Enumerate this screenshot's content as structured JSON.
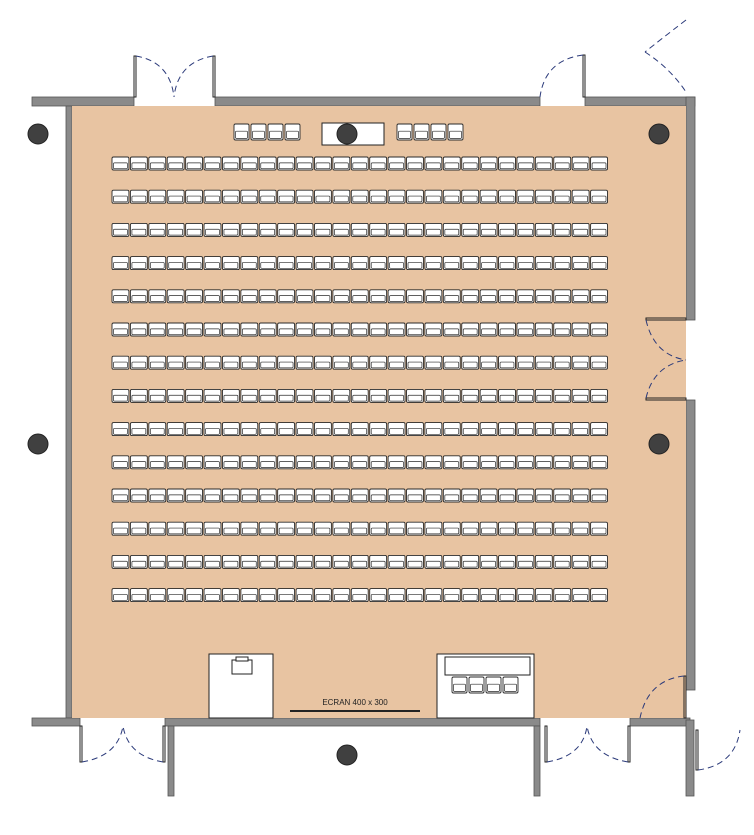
{
  "diagram": {
    "screen_label": "ECRAN 400 x 300",
    "colors": {
      "floor": "#e8c4a2",
      "wall": "#8a8a8a",
      "swing": "#2b3a7a",
      "column": "#404040"
    },
    "seating": {
      "rows": 14,
      "seats_per_row": 27
    },
    "head_table": {
      "left_seats": 4,
      "right_seats": 4
    },
    "av_desk_seats": 4
  }
}
